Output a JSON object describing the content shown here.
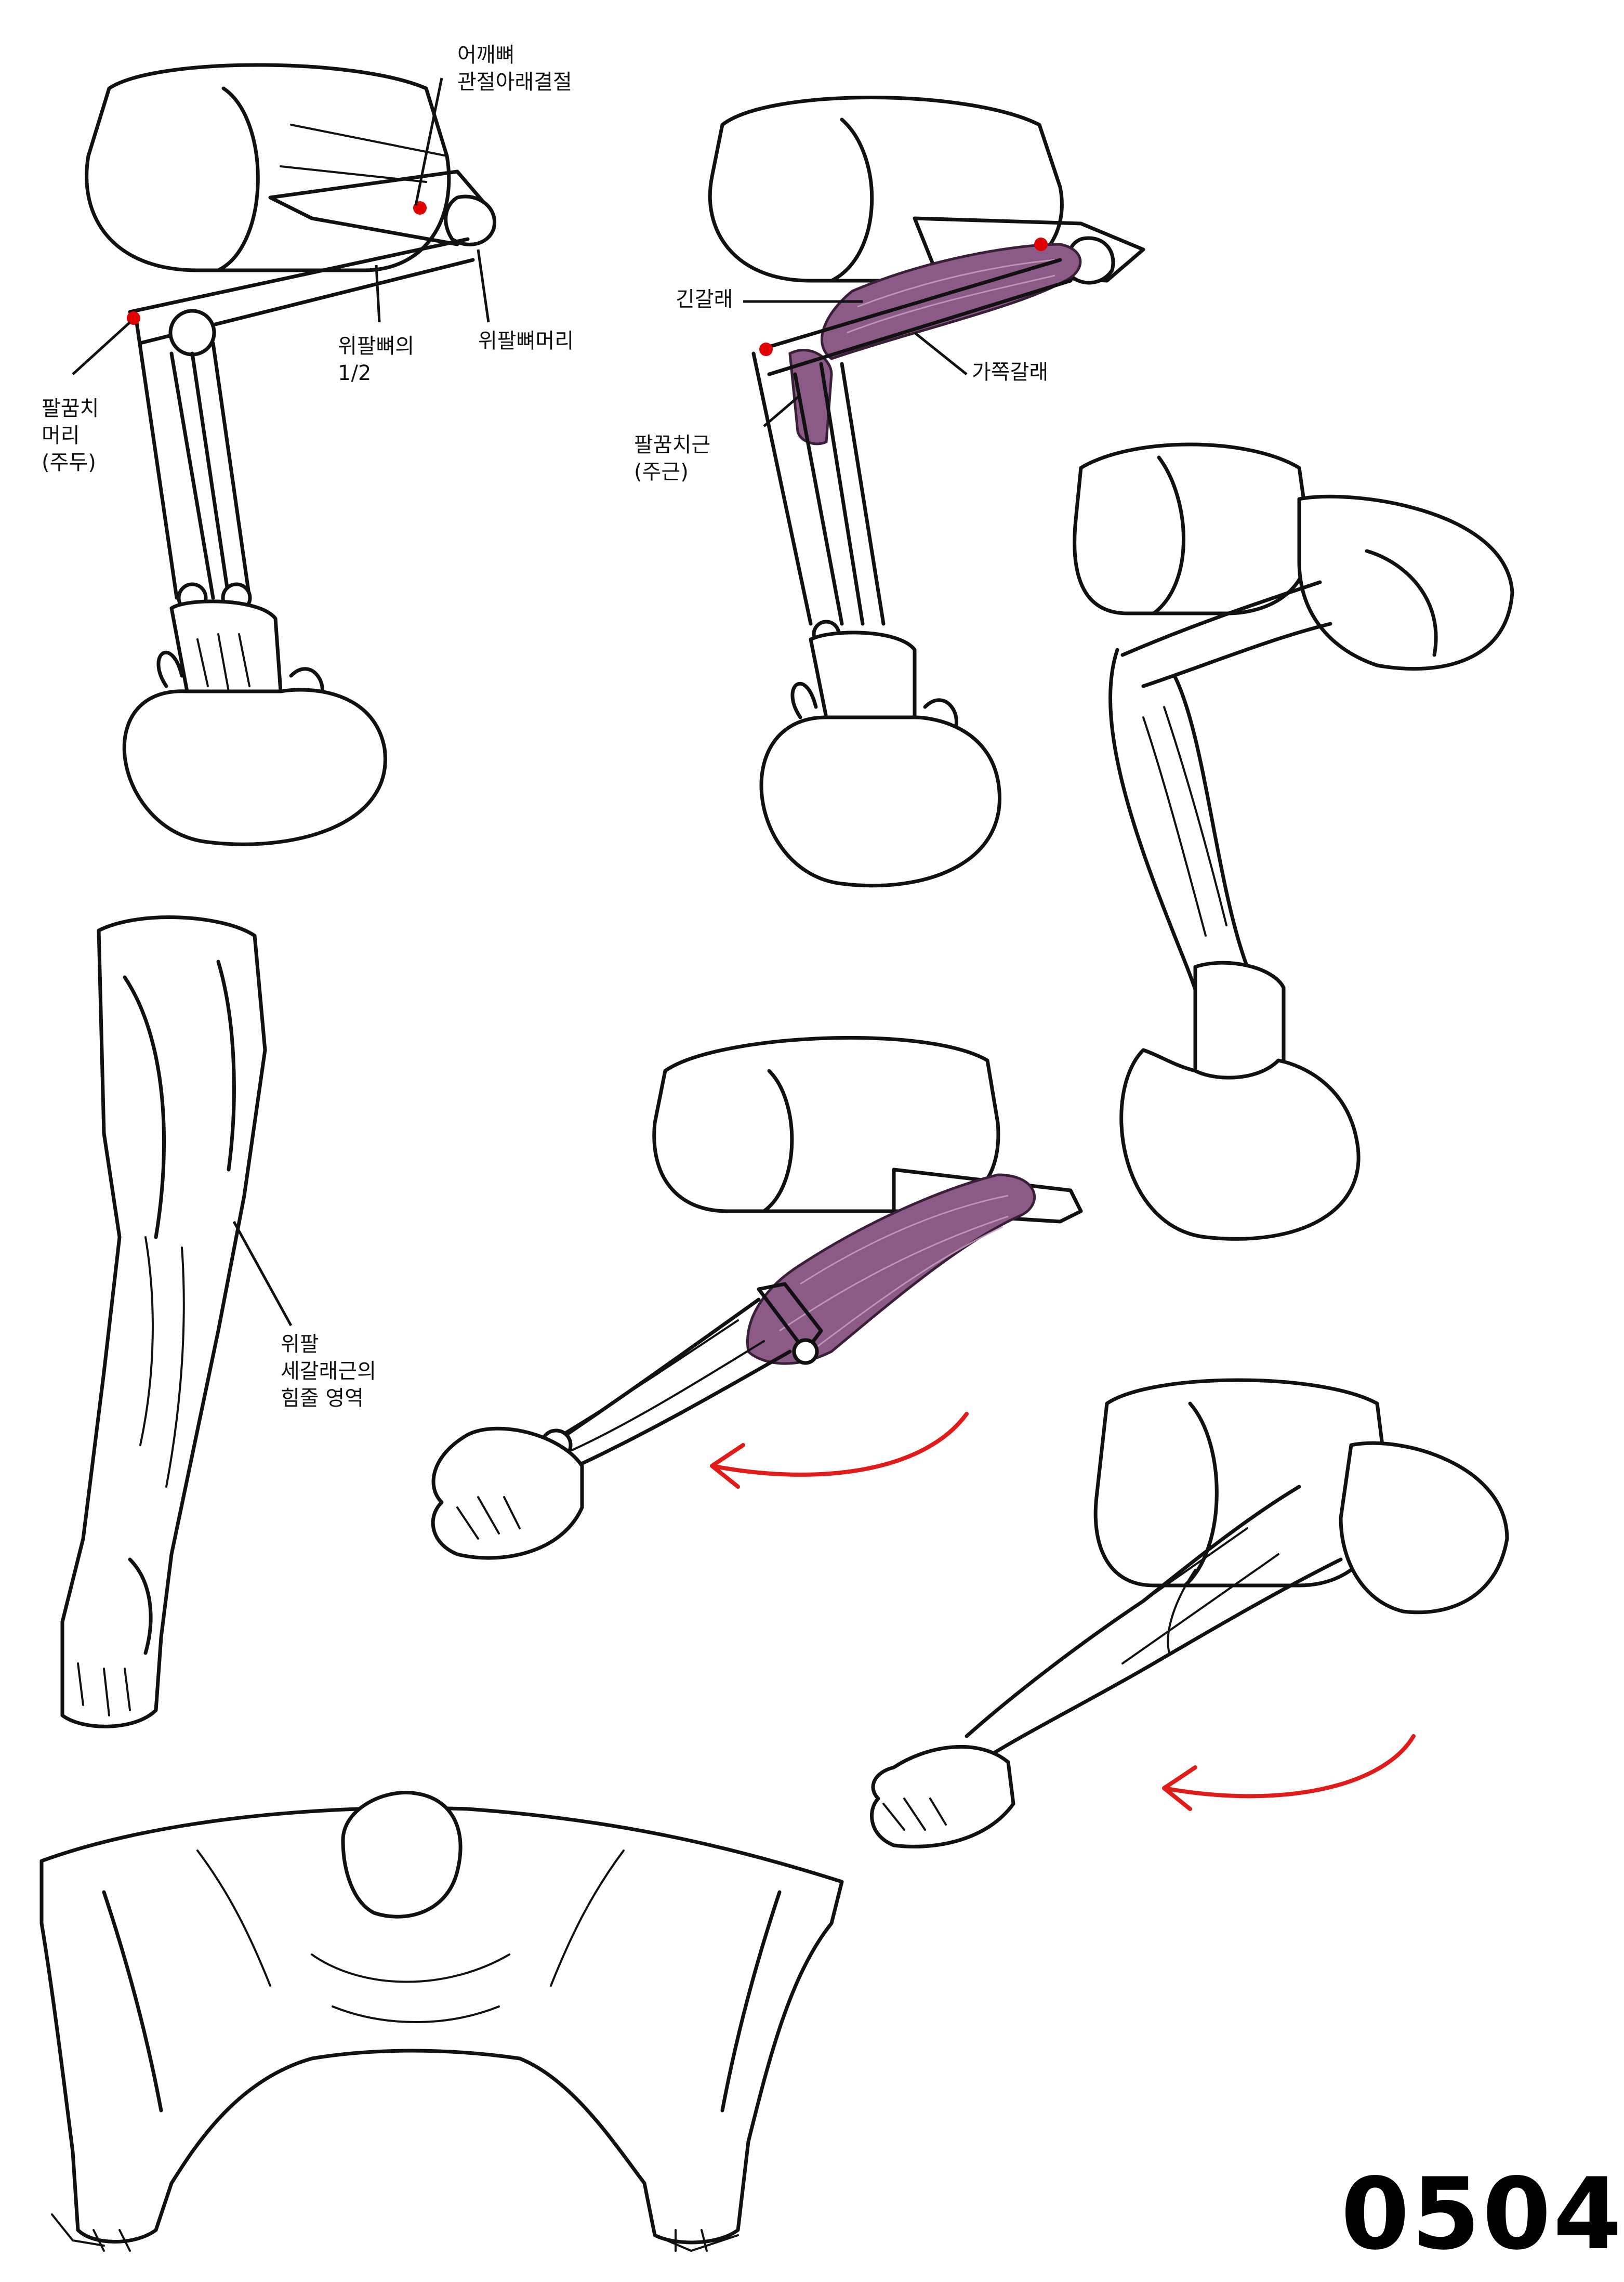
{
  "labels": {
    "scapula_infraglenoid": "어깨뼈\n관절아래결절",
    "humerus_half": "위팔뼈의\n1/2",
    "humerus_head": "위팔뼈머리",
    "olecranon": "팔꿈치\n머리\n(주두)",
    "long_head": "긴갈래",
    "lateral_head": "가쪽갈래",
    "anconeus": "팔꿈치근\n(주근)",
    "triceps_area": "위팔\n세갈래근의\n힘줄 영역"
  },
  "page_number": "0504",
  "colors": {
    "muscle": "#8b5a86",
    "marker_dot": "#e10000",
    "motion_arrow": "#e11a1a",
    "line": "#111111"
  }
}
